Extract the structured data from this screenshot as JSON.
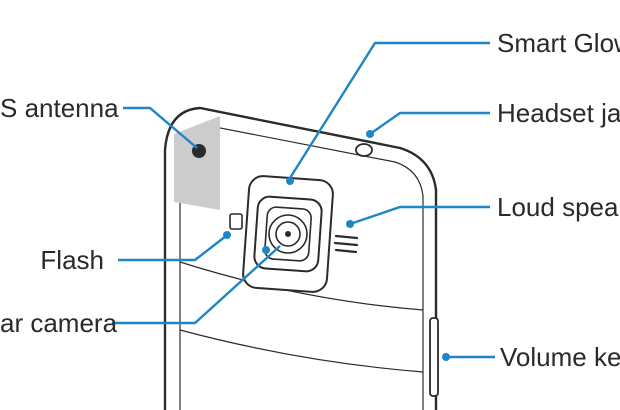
{
  "diagram": {
    "colors": {
      "leader": "#1f86c5",
      "outline": "#2b2b2b",
      "antenna_fill": "#cccccc",
      "text": "#2a2a2a"
    },
    "labels": {
      "smart_glow": "Smart Glow",
      "gps_antenna": "S antenna",
      "headset_jack": "Headset jac",
      "loud_speaker": "Loud speak",
      "flash": "Flash",
      "rear_camera": "ar camera",
      "volume_key": "Volume key"
    }
  }
}
